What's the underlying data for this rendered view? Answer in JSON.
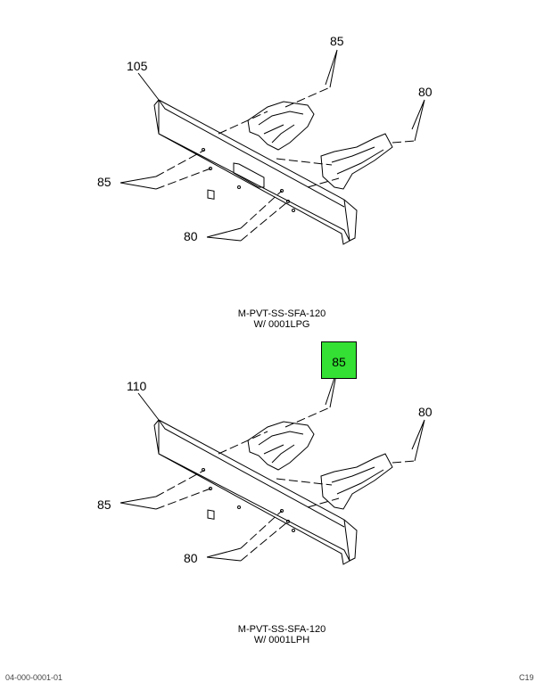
{
  "diagram_top": {
    "callouts": {
      "bumper": "105",
      "upper_bracket": "85",
      "right_bracket": "80",
      "left_holes": "85",
      "bottom_holes": "80"
    },
    "caption_line1": "M-PVT-SS-SFA-120",
    "caption_line2": "W/ 0001LPG"
  },
  "diagram_bottom": {
    "callouts": {
      "bumper": "110",
      "upper_bracket": "85",
      "right_bracket": "80",
      "left_holes": "85",
      "bottom_holes": "80"
    },
    "caption_line1": "M-PVT-SS-SFA-120",
    "caption_line2": "W/ 0001LPH"
  },
  "highlight_color": "#33e033",
  "footer": {
    "left": "04-000-0001-01",
    "right": "C19"
  }
}
